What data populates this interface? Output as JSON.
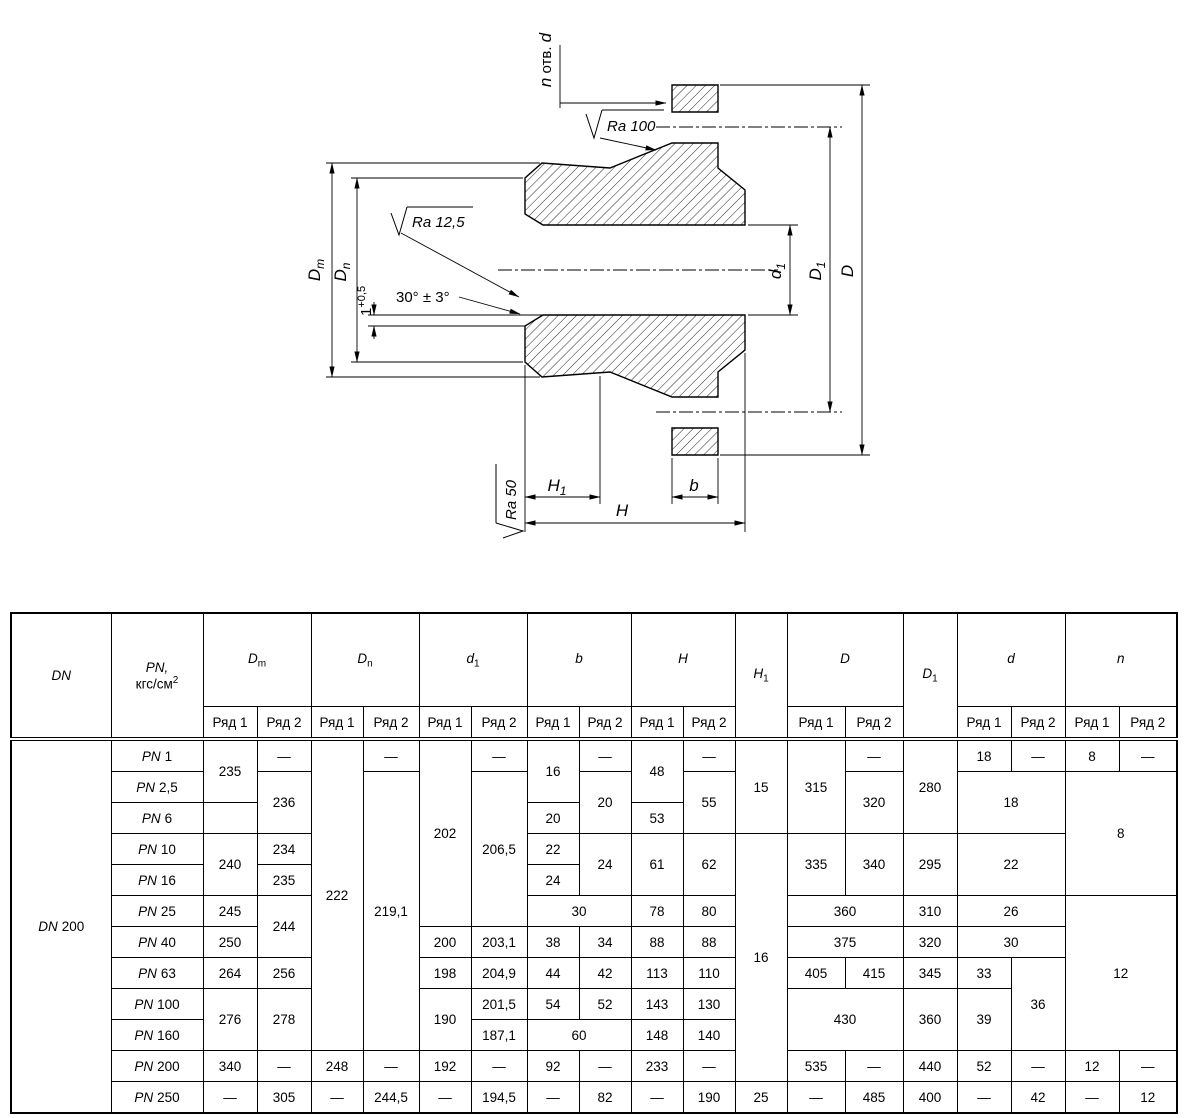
{
  "drawing": {
    "n_var": "n",
    "otv": " отв. ",
    "d_var": "d",
    "ra100": "Ra 100",
    "ra125": "Ra 12,5",
    "ra50": "Ra 50",
    "angle": "30° ± 3°",
    "ch_main": "1",
    "ch_sup": "+0,5",
    "dm_m": "D",
    "dm_s": "m",
    "dn_m": "D",
    "dn_s": "n",
    "da_m": "d",
    "da_s": "1",
    "D1_m": "D",
    "D1_s": "1",
    "D_m": "D",
    "H1_m": "H",
    "H1_s": "1",
    "H_m": "H",
    "b_m": "b"
  },
  "table": {
    "header": {
      "dn": "DN",
      "pn1": "PN,",
      "pn2": "кгс/см",
      "pn2sup": "2",
      "rad1": "Ряд 1",
      "rad2": "Ряд 2",
      "g": {
        "dm": {
          "m": "D",
          "s": "m"
        },
        "dn": {
          "m": "D",
          "s": "n"
        },
        "da": {
          "m": "d",
          "s": "1"
        },
        "b": {
          "m": "b",
          "s": ""
        },
        "H": {
          "m": "H",
          "s": ""
        },
        "h1": {
          "m": "H",
          "s": "1"
        },
        "D": {
          "m": "D",
          "s": ""
        },
        "Dp": {
          "m": "D",
          "s": "1"
        },
        "d": {
          "m": "d",
          "s": ""
        },
        "n": {
          "m": "n",
          "s": ""
        }
      }
    },
    "dn_l": "DN",
    "dn_v": "200",
    "rows": {
      "r1": {
        "pnl": "PN",
        "pnv": "1",
        "dm1": "235",
        "dm2": "—",
        "dn1": "222",
        "dn2": "—",
        "da1": "202",
        "da2": "—",
        "b1": "16",
        "b2": "—",
        "h1": "48",
        "h2": "—",
        "h1c": "15",
        "D1": "315",
        "D2": "—",
        "Dp": "280",
        "d1": "18",
        "d2": "—",
        "n1": "8",
        "n2": "—"
      },
      "r2": {
        "pnl": "PN",
        "pnv": "2,5",
        "dm2": "236",
        "dn2": "219,1",
        "da2": "206,5",
        "b2": "20",
        "h2": "55",
        "D2": "320",
        "d12": "18",
        "n12": "8"
      },
      "r3": {
        "pnl": "PN",
        "pnv": "6",
        "dm1": "",
        "b1": "20",
        "h1": "53"
      },
      "r4": {
        "pnl": "PN",
        "pnv": "10",
        "dm1": "240",
        "dm2": "234",
        "b1": "22",
        "b2": "24",
        "h1": "61",
        "h2": "62",
        "h1c": "16",
        "D1": "335",
        "D2": "340",
        "Dp": "295",
        "d12": "22"
      },
      "r5": {
        "pnl": "PN",
        "pnv": "16",
        "dm2": "235",
        "b1": "24"
      },
      "r6": {
        "pnl": "PN",
        "pnv": "25",
        "dm1": "245",
        "dm2": "244",
        "b12": "30",
        "h1": "78",
        "h2": "80",
        "D12": "360",
        "Dp": "310",
        "d12": "26",
        "n12": "12"
      },
      "r7": {
        "pnl": "PN",
        "pnv": "40",
        "dm1": "250",
        "da1": "200",
        "da2": "203,1",
        "b1": "38",
        "b2": "34",
        "h1": "88",
        "h2": "88",
        "D12": "375",
        "Dp": "320",
        "d12": "30"
      },
      "r8": {
        "pnl": "PN",
        "pnv": "63",
        "dm1": "264",
        "dm2": "256",
        "da1": "198",
        "da2": "204,9",
        "b1": "44",
        "b2": "42",
        "h1": "113",
        "h2": "110",
        "D1": "405",
        "D2": "415",
        "Dp": "345",
        "d1": "33",
        "d2": "36"
      },
      "r9": {
        "pnl": "PN",
        "pnv": "100",
        "dm1": "276",
        "dm2": "278",
        "da1": "190",
        "da2": "201,5",
        "b1": "54",
        "b2": "52",
        "h1": "143",
        "h2": "130",
        "D12": "430",
        "Dp": "360",
        "d1": "39"
      },
      "r10": {
        "pnl": "PN",
        "pnv": "160",
        "da2": "187,1",
        "b12": "60",
        "h1": "148",
        "h2": "140"
      },
      "r11": {
        "pnl": "PN",
        "pnv": "200",
        "dm1": "340",
        "dm2": "—",
        "dn1": "248",
        "dn2": "—",
        "da1": "192",
        "da2": "—",
        "b1": "92",
        "b2": "—",
        "h1": "233",
        "h2": "—",
        "D1": "535",
        "D2": "—",
        "Dp": "440",
        "d1": "52",
        "d2": "—",
        "n1": "12",
        "n2": "—"
      },
      "r12": {
        "pnl": "PN",
        "pnv": "250",
        "dm1": "—",
        "dm2": "305",
        "dn1": "—",
        "dn2": "244,5",
        "da1": "—",
        "da2": "194,5",
        "b1": "—",
        "b2": "82",
        "h1": "—",
        "h2": "190",
        "h1c": "25",
        "D1": "—",
        "D2": "485",
        "Dp": "400",
        "d1": "—",
        "d2": "42",
        "n1": "—",
        "n2": "12"
      }
    }
  }
}
